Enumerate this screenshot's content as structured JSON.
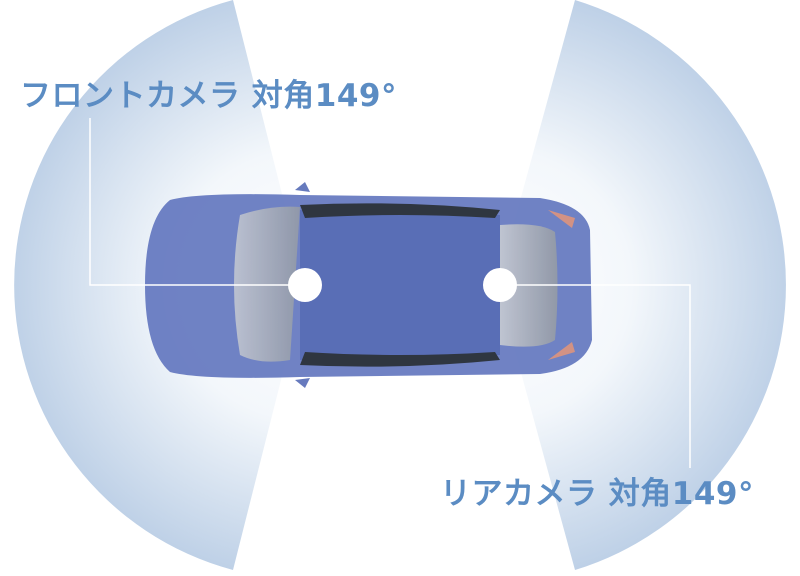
{
  "front_camera": {
    "label": "フロントカメラ 対角149°",
    "angle_deg": 149
  },
  "rear_camera": {
    "label": "リアカメラ 対角149°",
    "angle_deg": 149
  },
  "colors": {
    "label": "#5b8cc3",
    "fov_edge": "#c3d3e8",
    "car_body": "#6478c0",
    "car_roof": "#4c62b0"
  }
}
